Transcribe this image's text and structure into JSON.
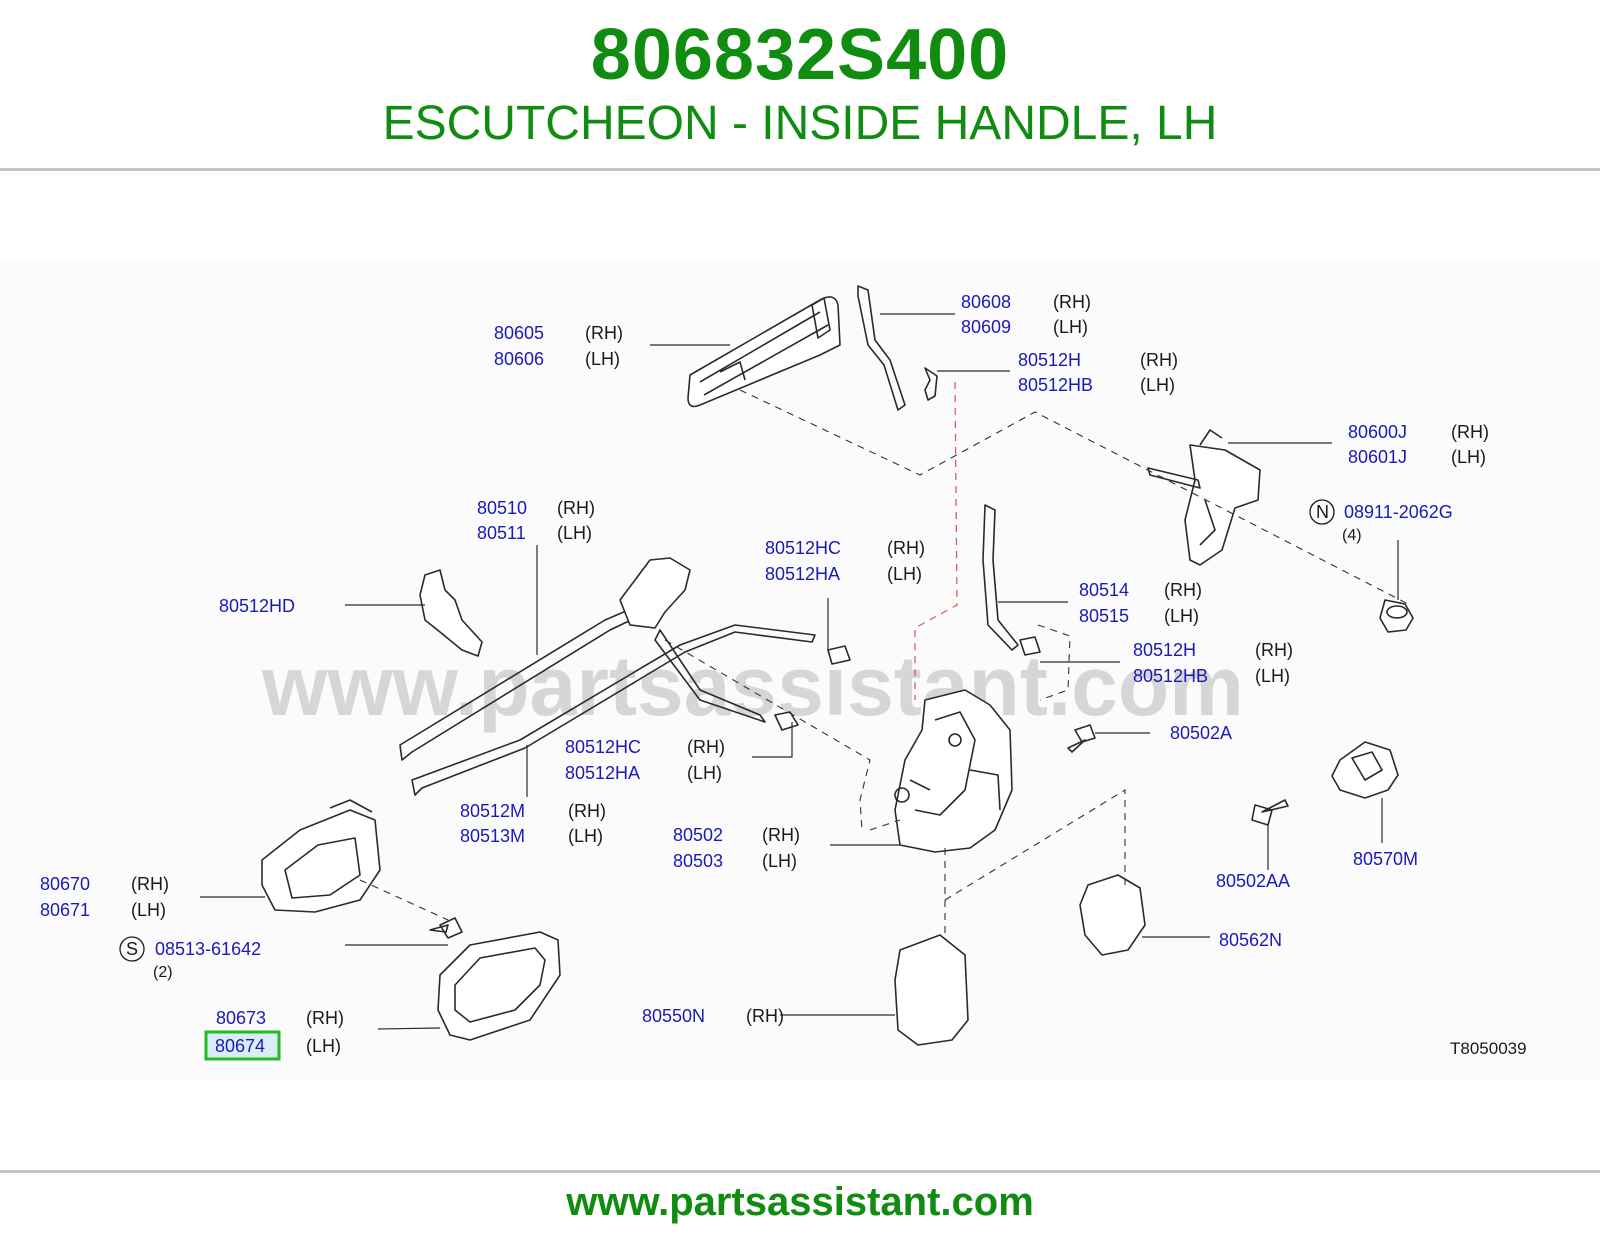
{
  "header": {
    "part_number": "806832S400",
    "description": "ESCUTCHEON - INSIDE HANDLE, LH"
  },
  "diagram": {
    "watermark": "www.partsassistant.com",
    "illustration_code": "T8050039",
    "highlighted_part": "80674",
    "highlight_color": "#22bb22",
    "labels": [
      {
        "id": "80605",
        "side": "(RH)"
      },
      {
        "id": "80606",
        "side": "(LH)"
      },
      {
        "id": "80608",
        "side": "(RH)"
      },
      {
        "id": "80609",
        "side": "(LH)"
      },
      {
        "id": "80512H",
        "side": "(RH)"
      },
      {
        "id": "80512HB",
        "side": "(LH)"
      },
      {
        "id": "80600J",
        "side": "(RH)"
      },
      {
        "id": "80601J",
        "side": "(LH)"
      },
      {
        "id": "08911-2062G",
        "symbol": "N",
        "qty": "(4)"
      },
      {
        "id": "80510",
        "side": "(RH)"
      },
      {
        "id": "80511",
        "side": "(LH)"
      },
      {
        "id": "80512HC",
        "side": "(RH)"
      },
      {
        "id": "80512HA",
        "side": "(LH)"
      },
      {
        "id": "80512HD"
      },
      {
        "id": "80514",
        "side": "(RH)"
      },
      {
        "id": "80515",
        "side": "(LH)"
      },
      {
        "id": "80512H",
        "side": "(RH)"
      },
      {
        "id": "80512HB",
        "side": "(LH)"
      },
      {
        "id": "80502A"
      },
      {
        "id": "80512HC",
        "side": "(RH)"
      },
      {
        "id": "80512HA",
        "side": "(LH)"
      },
      {
        "id": "80512M",
        "side": "(RH)"
      },
      {
        "id": "80513M",
        "side": "(LH)"
      },
      {
        "id": "80502",
        "side": "(RH)"
      },
      {
        "id": "80503",
        "side": "(LH)"
      },
      {
        "id": "80570M"
      },
      {
        "id": "80670",
        "side": "(RH)"
      },
      {
        "id": "80671",
        "side": "(LH)"
      },
      {
        "id": "80502AA"
      },
      {
        "id": "08513-61642",
        "symbol": "S",
        "qty": "(2)"
      },
      {
        "id": "80562N"
      },
      {
        "id": "80673",
        "side": "(RH)"
      },
      {
        "id": "80674",
        "side": "(LH)"
      },
      {
        "id": "80550N",
        "side": "(RH)"
      }
    ]
  },
  "footer": {
    "url": "www.partsassistant.com"
  }
}
